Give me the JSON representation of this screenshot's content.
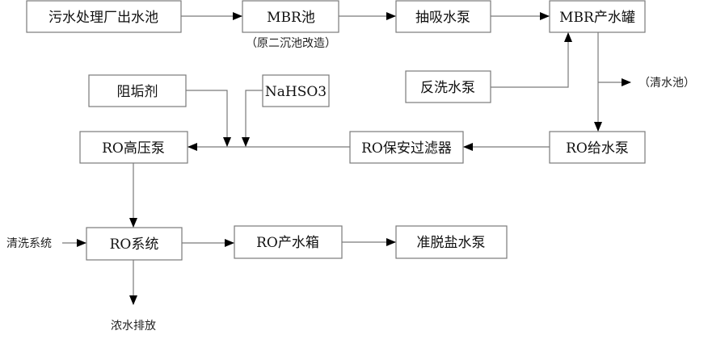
{
  "nodes": {
    "wwtp_outlet": "污水处理厂出水池",
    "mbr_tank": "MBR池",
    "mbr_note": "（原二沉池改造）",
    "suction_pump": "抽吸水泵",
    "mbr_product_tank": "MBR产水罐",
    "backwash_pump": "反洗水泵",
    "clear_water_pool": "（清水池）",
    "antiscalant": "阻垢剂",
    "nahso3": "NaHSO3",
    "ro_hp_pump": "RO高压泵",
    "ro_cartridge_filter": "RO保安过滤器",
    "ro_feed_pump": "RO给水泵",
    "ro_system": "RO系统",
    "ro_product_tank": "RO产水箱",
    "demin_pump": "准脱盐水泵",
    "cleaning_system": "清洗系统",
    "concentrate_discharge": "浓水排放"
  }
}
